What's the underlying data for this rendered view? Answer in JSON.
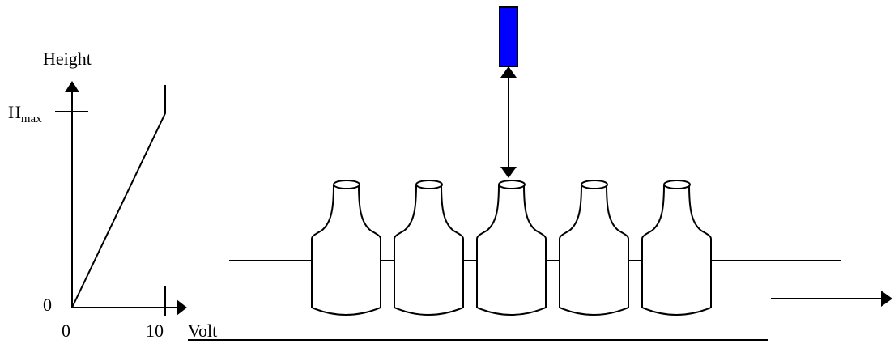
{
  "graph": {
    "y_axis_label": "Height",
    "h_max_main": "H",
    "h_max_sub": "max",
    "y_zero": "0",
    "x_zero": "0",
    "x_ten": "10",
    "x_axis_label": "Volt"
  },
  "scene": {
    "bottle_count": 5,
    "sensor_color": "#0000ff",
    "line_color": "#000000"
  }
}
